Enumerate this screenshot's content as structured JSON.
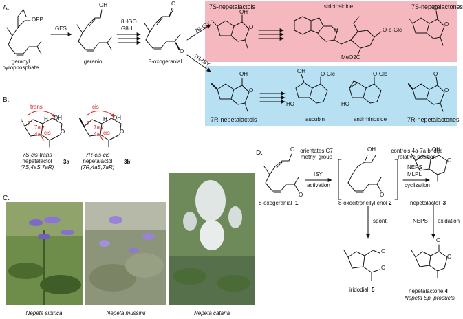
{
  "panels": {
    "a": "A.",
    "b": "B.",
    "c": "C.",
    "d": "D."
  },
  "colors": {
    "box_7s": "#f4b8be",
    "box_7r": "#b7e0f3",
    "accent": "#d2231e"
  },
  "panelA": {
    "opp": "OPP",
    "geranyl_pyrophosphate": [
      "geranyl",
      "pyrophosphate"
    ],
    "ges": "GES",
    "oh": "OH",
    "geraniol": "geraniol",
    "enzymes_8hgo_g8h": [
      "8HGO",
      "G8H"
    ],
    "oxogeranial": "8-oxogeranial",
    "isy_7s": "7S-ISY",
    "isy_7r": "7R-ISY",
    "s_nepetalactols": "7S-nepetalactols",
    "strictosidine": "strictosidine",
    "s_nepetalactones": "7S-nepetalactones",
    "r_nepetalactols": "7R-nepetalactols",
    "aucubin": "aucubin",
    "antirrhinoside": "antirrhinoside",
    "r_nepetalactones": "7R-nepetalactones",
    "o_glc": "O-Glc",
    "o_b_glc": "O-b-Glc",
    "meo2c": "MeO2C",
    "ho": "HO",
    "h": "H",
    "o": "O"
  },
  "panelB": {
    "trans": "trans",
    "cis": "cis",
    "n7": "7",
    "n7a": "7a",
    "n4a": "4a",
    "oh": "OH",
    "h": "H",
    "o": "O",
    "left_name": [
      "7S-cis-trans",
      "nepetalactol"
    ],
    "left_config": "(7S,4aS,7aR)",
    "left_id": "3a",
    "right_name": [
      "7R-cis-cis",
      "nepetalactol"
    ],
    "right_config": "(7R,4aS,7aR)",
    "right_id": "3b'"
  },
  "panelC": {
    "photos": [
      {
        "label": "Nepeta sibirica"
      },
      {
        "label": "Nepeta mussinii"
      },
      {
        "label": "Nepeta cataria"
      }
    ]
  },
  "panelD": {
    "note1": [
      "orientates C7",
      "methyl group"
    ],
    "note2": [
      "controls 4a-7a bridge",
      "relative position"
    ],
    "isy": "ISY",
    "activation": "activation",
    "neps_mlpl": [
      "NEPS",
      "MLPL"
    ],
    "cyclization": "cyclization",
    "spont": "spont.",
    "neps": "NEPS",
    "oxidation": "oxidation",
    "oxogeranial": "8-oxogeranial",
    "oxogeranial_id": "1",
    "enol": "8-oxocitronellyl enol",
    "enol_id": "2",
    "nepetalactol": "nepetalactol",
    "nepetalactol_id": "3",
    "iridodial": "iridodial",
    "iridodial_id": "5",
    "nepetalactone": "nepetalactone",
    "nepetalactone_id": "4",
    "products": "Nepeta Sp. products",
    "oh": "OH",
    "o": "O"
  }
}
